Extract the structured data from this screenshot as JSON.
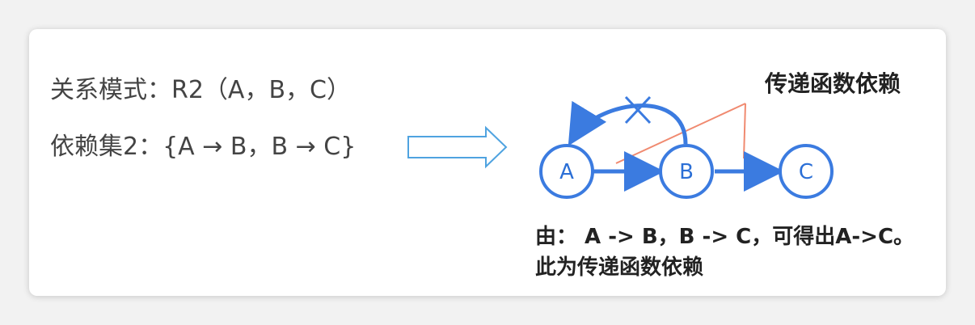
{
  "left": {
    "schema": "关系模式：R2（A，B，C）",
    "deps": "依赖集2：{A → B，B → C}"
  },
  "diagram": {
    "title": "传递函数依赖",
    "nodes": [
      "A",
      "B",
      "C"
    ],
    "caption_line1": "由： A -> B，B -> C，可得出A->C。",
    "caption_line2": "此为传递函数依赖"
  },
  "colors": {
    "node_stroke": "#3b7be0",
    "edge": "#3b7be0",
    "annotation": "#f08a70",
    "arrow_outline": "#4fa3e0"
  }
}
